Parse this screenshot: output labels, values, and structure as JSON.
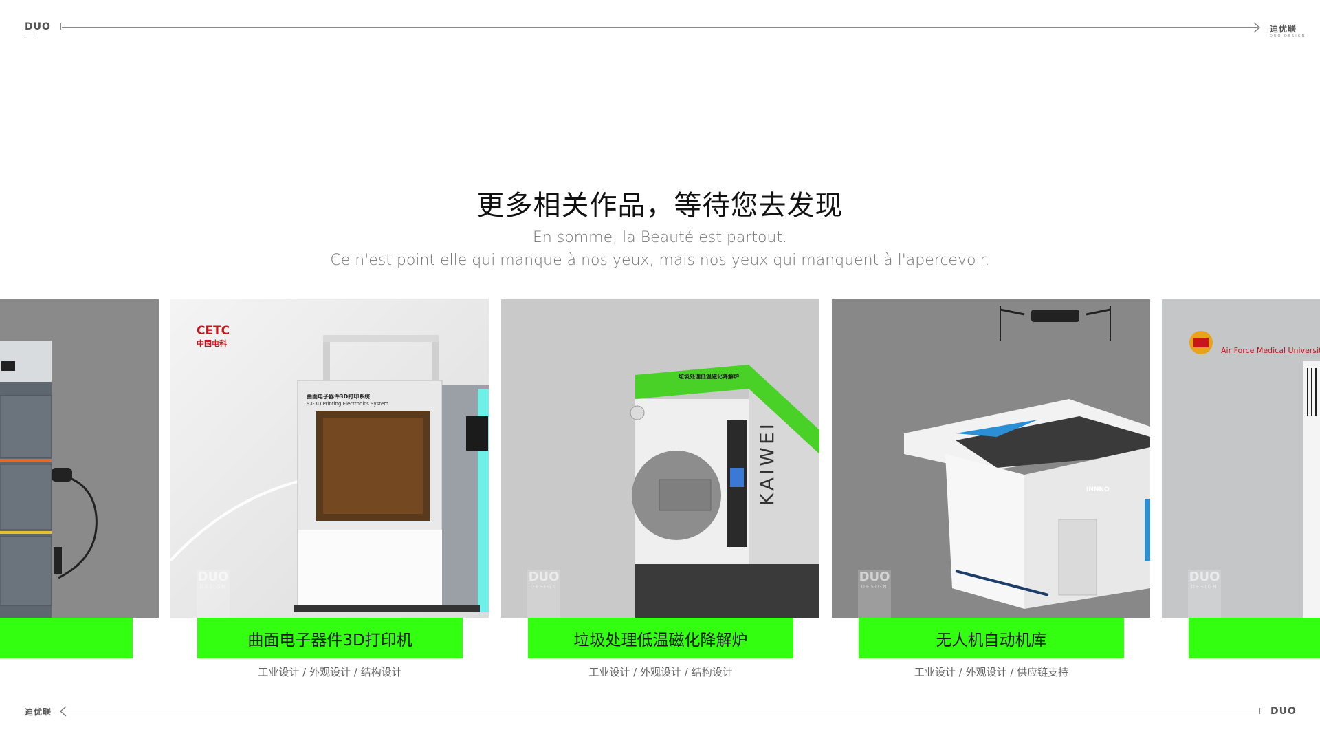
{
  "header": {
    "logo_left": "DUO",
    "logo_right": "迪优联",
    "logo_right_sub": "DUO DESIGN"
  },
  "footer": {
    "logo_left": "迪优联",
    "logo_right": "DUO"
  },
  "section": {
    "title": "更多相关作品，等待您去发现",
    "subtitle_line1": "En somme, la Beauté est partout.",
    "subtitle_line2": "Ce n'est point elle qui manque à nos yeux, mais nos yeux qui manquent à l'apercevoir."
  },
  "cards": [
    {
      "title": "",
      "tags": ""
    },
    {
      "title": "曲面电子器件3D打印机",
      "tags": "工业设计 / 外观设计 / 结构设计",
      "brand": "CETC",
      "brand_sub": "中国电科",
      "panel_title": "曲面电子器件3D打印系统",
      "panel_sub": "SX-3D Printing Electronics System"
    },
    {
      "title": "垃圾处理低温磁化降解炉",
      "tags": "工业设计 / 外观设计 / 结构设计",
      "panel_title": "垃圾处理低温磁化降解炉",
      "side_text": "KAIWEI"
    },
    {
      "title": "无人机自动机库",
      "tags": "工业设计 / 外观设计 / 供应链支持",
      "side_text": "INNNO"
    },
    {
      "title": "",
      "tags": "",
      "brand_sub": "Air Force Medical University"
    }
  ],
  "watermark": {
    "main": "DUO",
    "sub": "DESIGN"
  },
  "colors": {
    "accent": "#33ff11",
    "card_gray": "#8c8c8c",
    "text": "#111111"
  }
}
